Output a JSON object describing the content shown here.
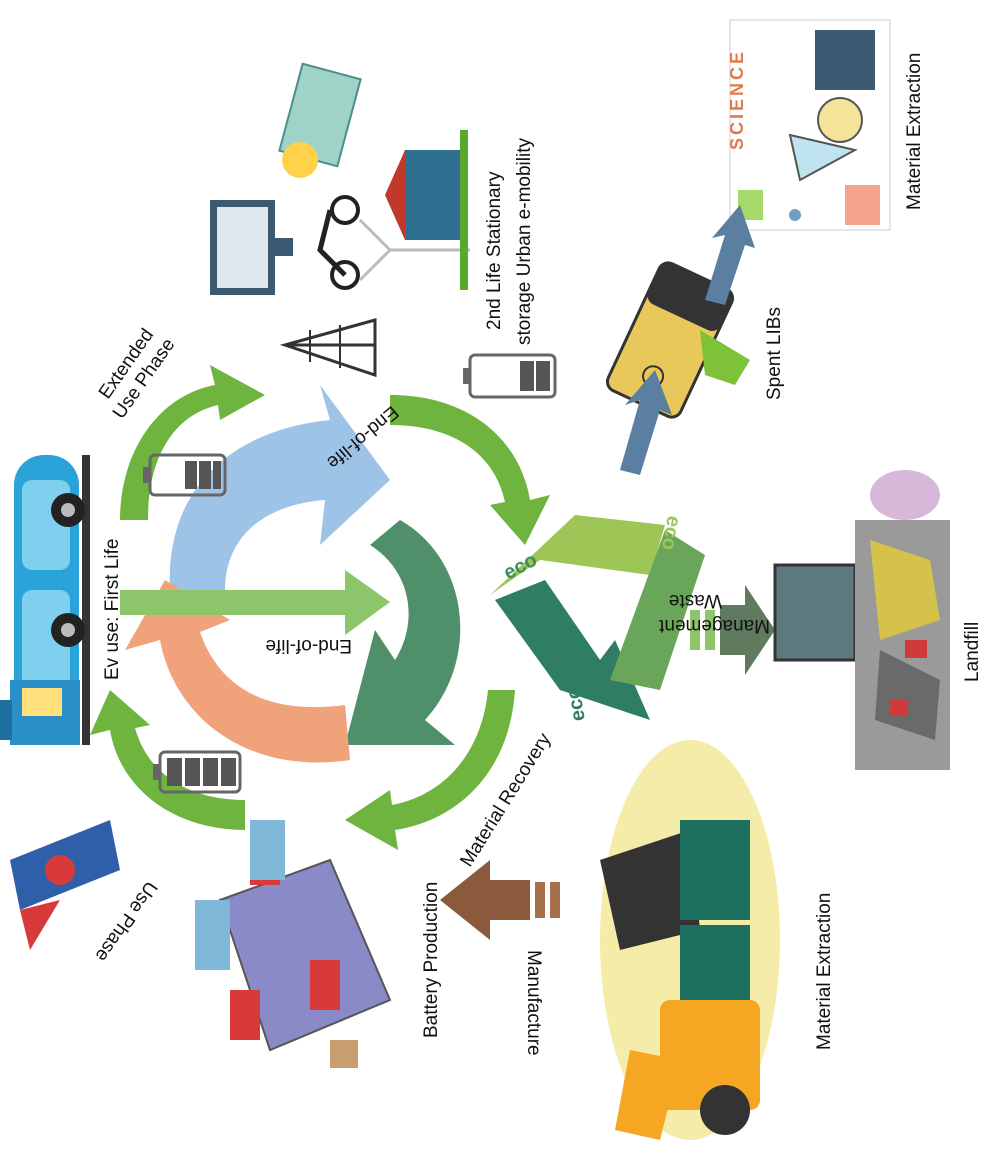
{
  "labels": {
    "ev_use_first_life": "Ev use: First Life",
    "extended_use_phase_line1": "Extended",
    "extended_use_phase_line2": "Use Phase",
    "end_of_life_top": "End-of-life",
    "end_of_life_center": "End-of-life",
    "second_life_line1": "2nd Life Stationary",
    "second_life_line2": "storage Urban e-mobility",
    "spent_libs": "Spent LIBs",
    "material_extraction_top": "Material Extraction",
    "waste_management_line1": "Waste",
    "waste_management_line2": "Management",
    "landfill": "Landfill",
    "material_recovery": "Material Recovery",
    "battery_production": "Battery Production",
    "manufacture": "Manufacture",
    "material_extraction_bottom": "Material Extraction",
    "use_phase": "Use Phase",
    "science_text": "SCIENCE",
    "eco_1": "eco",
    "eco_2": "eco",
    "eco_3": "eco"
  },
  "battery_levels": {
    "battery_near_ev": 3,
    "battery_second_life": 2,
    "battery_use_phase": 4
  },
  "colors": {
    "green_arrow": "#6fb43f",
    "light_blue_arrow": "#9dc3e6",
    "dark_green_arrow": "#4f8f6a",
    "salmon_arrow": "#f0a27a",
    "light_green_arrow": "#8cc56a",
    "brown_arrow": "#8b5a3c",
    "gray_blue_arrow": "#5a7fa0",
    "dark_gray_arrow": "#5f7a5f",
    "eco_triangle": "#4e8f5a"
  }
}
